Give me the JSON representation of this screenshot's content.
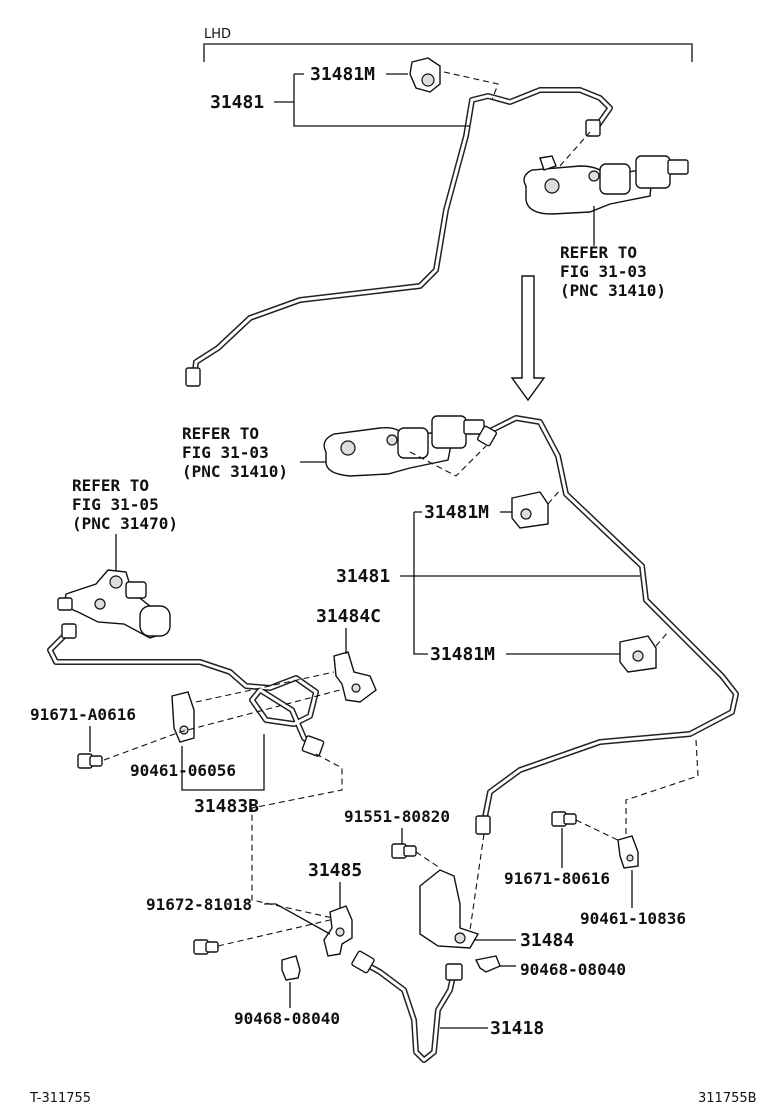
{
  "header": {
    "variant": "LHD"
  },
  "footer": {
    "left": "T-311755",
    "right": "311755B"
  },
  "callouts": {
    "top_31481M": "31481M",
    "top_31481": "31481",
    "refer_top_1": "REFER TO",
    "refer_top_2": "FIG 31-03",
    "refer_top_3": "(PNC 31410)",
    "refer_mid_1": "REFER TO",
    "refer_mid_2": "FIG 31-03",
    "refer_mid_3": "(PNC 31410)",
    "refer_left_1": "REFER TO",
    "refer_left_2": "FIG 31-05",
    "refer_left_3": "(PNC 31470)",
    "mid_31481M_a": "31481M",
    "mid_31481": "31481",
    "mid_31481M_b": "31481M",
    "p31484C": "31484C",
    "p91671A0616": "91671-A0616",
    "p9046106056": "90461-06056",
    "p31483B": "31483B",
    "p9155180820": "91551-80820",
    "p31485": "31485",
    "p9167281018": "91672-81018",
    "p9167180616": "91671-80616",
    "p9046110836": "90461-10836",
    "p31484": "31484",
    "p9046808040_r": "90468-08040",
    "p9046808040_l": "90468-08040",
    "p31418": "31418"
  }
}
